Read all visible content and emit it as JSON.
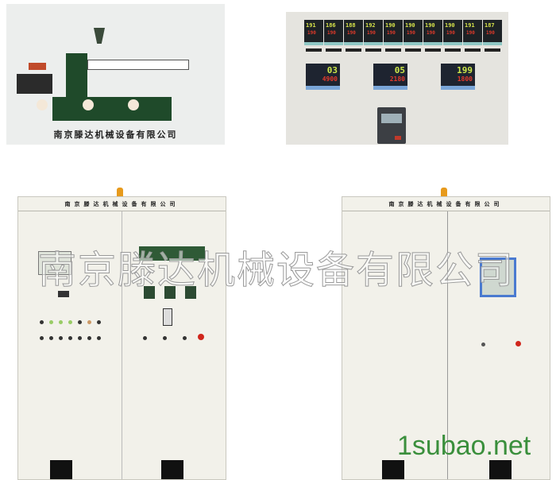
{
  "diagram_panel": {
    "caption": "南京滕达机械设备有限公司"
  },
  "controller_panel": {
    "small_controllers": [
      {
        "pv": "191",
        "sv": "190"
      },
      {
        "pv": "186",
        "sv": "190"
      },
      {
        "pv": "188",
        "sv": "190"
      },
      {
        "pv": "192",
        "sv": "190"
      },
      {
        "pv": "190",
        "sv": "190"
      },
      {
        "pv": "190",
        "sv": "190"
      },
      {
        "pv": "190",
        "sv": "190"
      },
      {
        "pv": "190",
        "sv": "190"
      },
      {
        "pv": "191",
        "sv": "190"
      },
      {
        "pv": "187",
        "sv": "190"
      }
    ],
    "large_controllers": [
      {
        "pv": "03",
        "sv": "4900"
      },
      {
        "pv": "05",
        "sv": "2180"
      },
      {
        "pv": "199",
        "sv": "1800"
      }
    ]
  },
  "cabinets": [
    {
      "header": "南京滕达机械设备有限公司"
    },
    {
      "header": "南京滕达机械设备有限公司"
    }
  ],
  "watermark": "南京滕达机械设备有限公司",
  "site_watermark": "1subao.net",
  "colors": {
    "machine_green": "#1f4a2a",
    "cabinet": "#f2f1ea",
    "beacon": "#e79a1c",
    "site_text": "#3a8f3c"
  }
}
